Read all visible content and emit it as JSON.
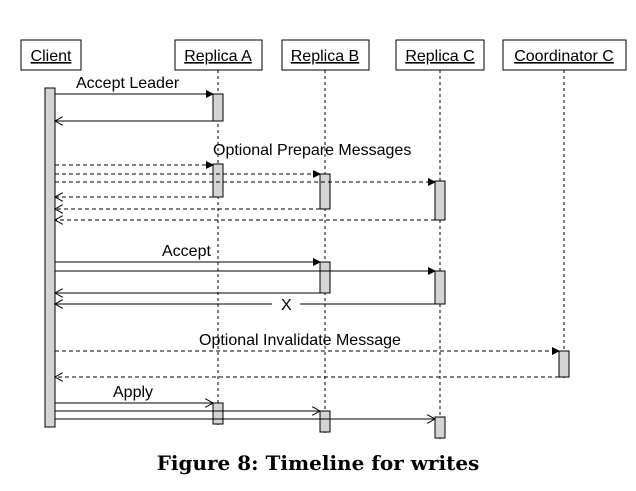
{
  "diagram": {
    "participants": [
      {
        "id": "client",
        "label": "Client"
      },
      {
        "id": "replica_a",
        "label": "Replica A"
      },
      {
        "id": "replica_b",
        "label": "Replica B"
      },
      {
        "id": "replica_c",
        "label": "Replica C"
      },
      {
        "id": "coordinator_c",
        "label": "Coordinator C"
      }
    ],
    "message_labels": {
      "accept_leader": "Accept Leader",
      "optional_prepare": "Optional Prepare Messages",
      "accept": "Accept",
      "lost_marker": "X",
      "optional_invalidate": "Optional Invalidate Message",
      "apply": "Apply"
    },
    "caption": "Figure 8: Timeline for writes"
  }
}
